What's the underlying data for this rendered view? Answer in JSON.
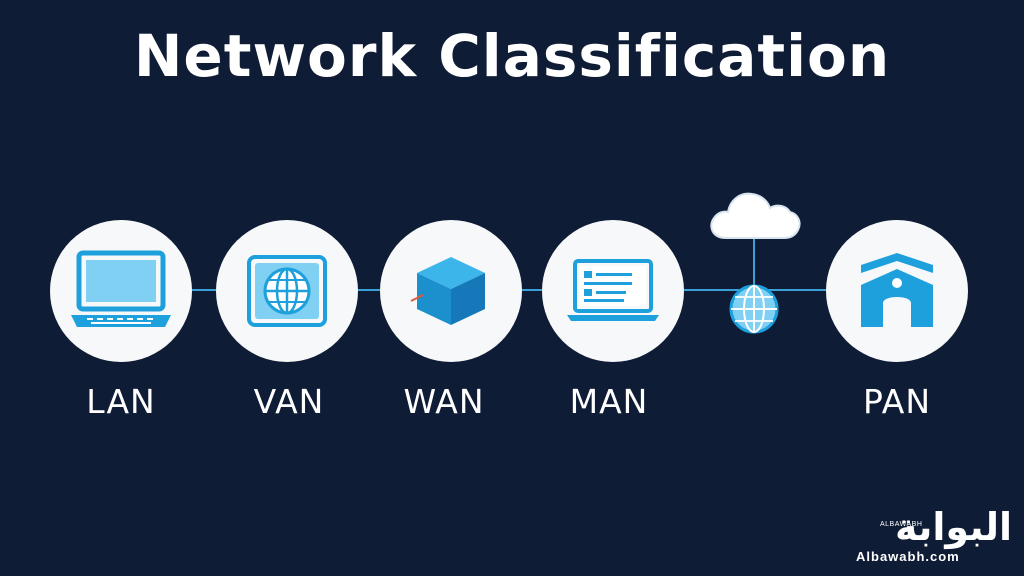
{
  "title": "Network Classification",
  "nodes": [
    {
      "label": "LAN",
      "icon": "laptop-icon"
    },
    {
      "label": "VAN",
      "icon": "globe-icon"
    },
    {
      "label": "WAN",
      "icon": "cube-icon"
    },
    {
      "label": "MAN",
      "icon": "monitor-icon"
    },
    {
      "label": "PAN",
      "icon": "building-icon"
    }
  ],
  "extra_icons": [
    "cloud-icon",
    "globe-icon"
  ],
  "logo": {
    "arabic": "البوابة",
    "latin_small": "ALBAWABH",
    "domain": "Albawabh.com"
  },
  "colors": {
    "background": "#0f1c36",
    "accent": "#1ea0dc",
    "circle": "#f7f8fa"
  }
}
